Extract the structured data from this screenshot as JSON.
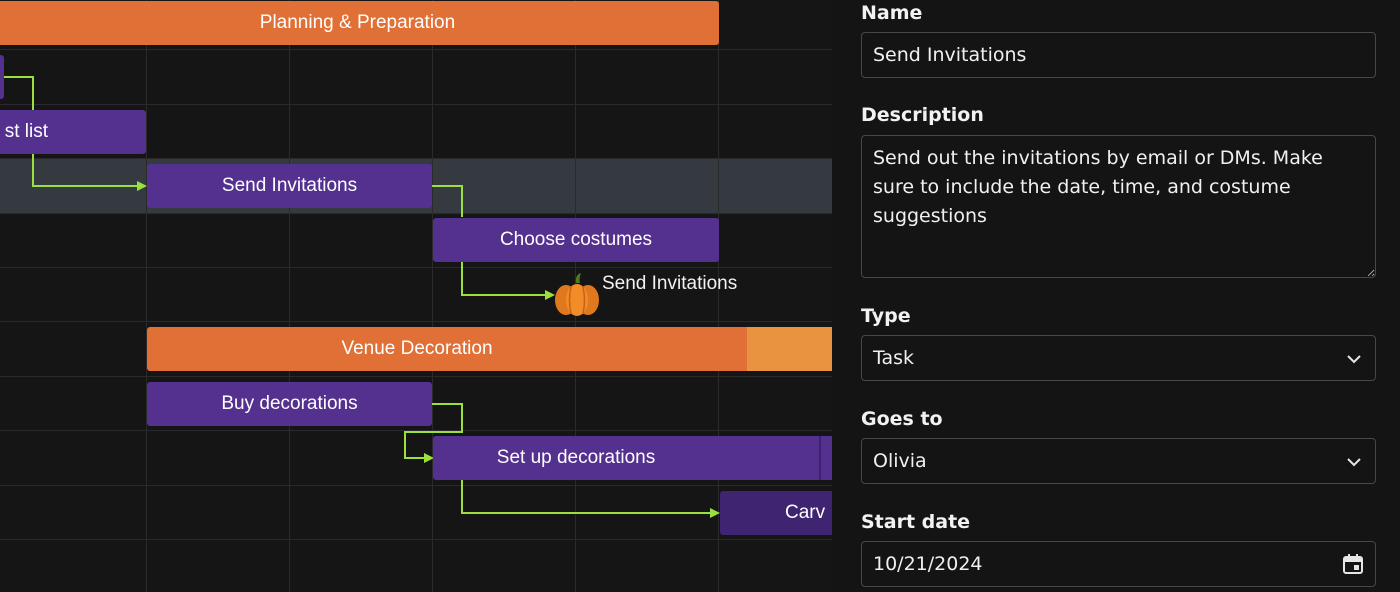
{
  "gantt": {
    "bars": [
      {
        "label": "Planning & Preparation",
        "type": "summary"
      },
      {
        "label": "",
        "type": "task"
      },
      {
        "label": "st list",
        "type": "task"
      },
      {
        "label": "Send Invitations",
        "type": "task"
      },
      {
        "label": "Choose costumes",
        "type": "task"
      },
      {
        "label": "Venue Decoration",
        "type": "summary",
        "progress_color": "#e89340"
      },
      {
        "label": "Buy decorations",
        "type": "task"
      },
      {
        "label": "Set up decorations",
        "type": "task"
      },
      {
        "label": "Carv",
        "type": "task"
      }
    ],
    "milestone": {
      "label": "Send Invitations",
      "icon": "pumpkin-icon"
    },
    "colors": {
      "summary": "#e07036",
      "task": "#54308f",
      "link": "#9be13d",
      "selected_row": "#353a40"
    }
  },
  "panel": {
    "name": {
      "label": "Name",
      "value": "Send Invitations"
    },
    "description": {
      "label": "Description",
      "value": "Send out the invitations by email or DMs. Make sure to include the date, time, and costume suggestions"
    },
    "type": {
      "label": "Type",
      "value": "Task"
    },
    "goes_to": {
      "label": "Goes to",
      "value": "Olivia"
    },
    "start_date": {
      "label": "Start date",
      "value": "10/21/2024"
    }
  }
}
